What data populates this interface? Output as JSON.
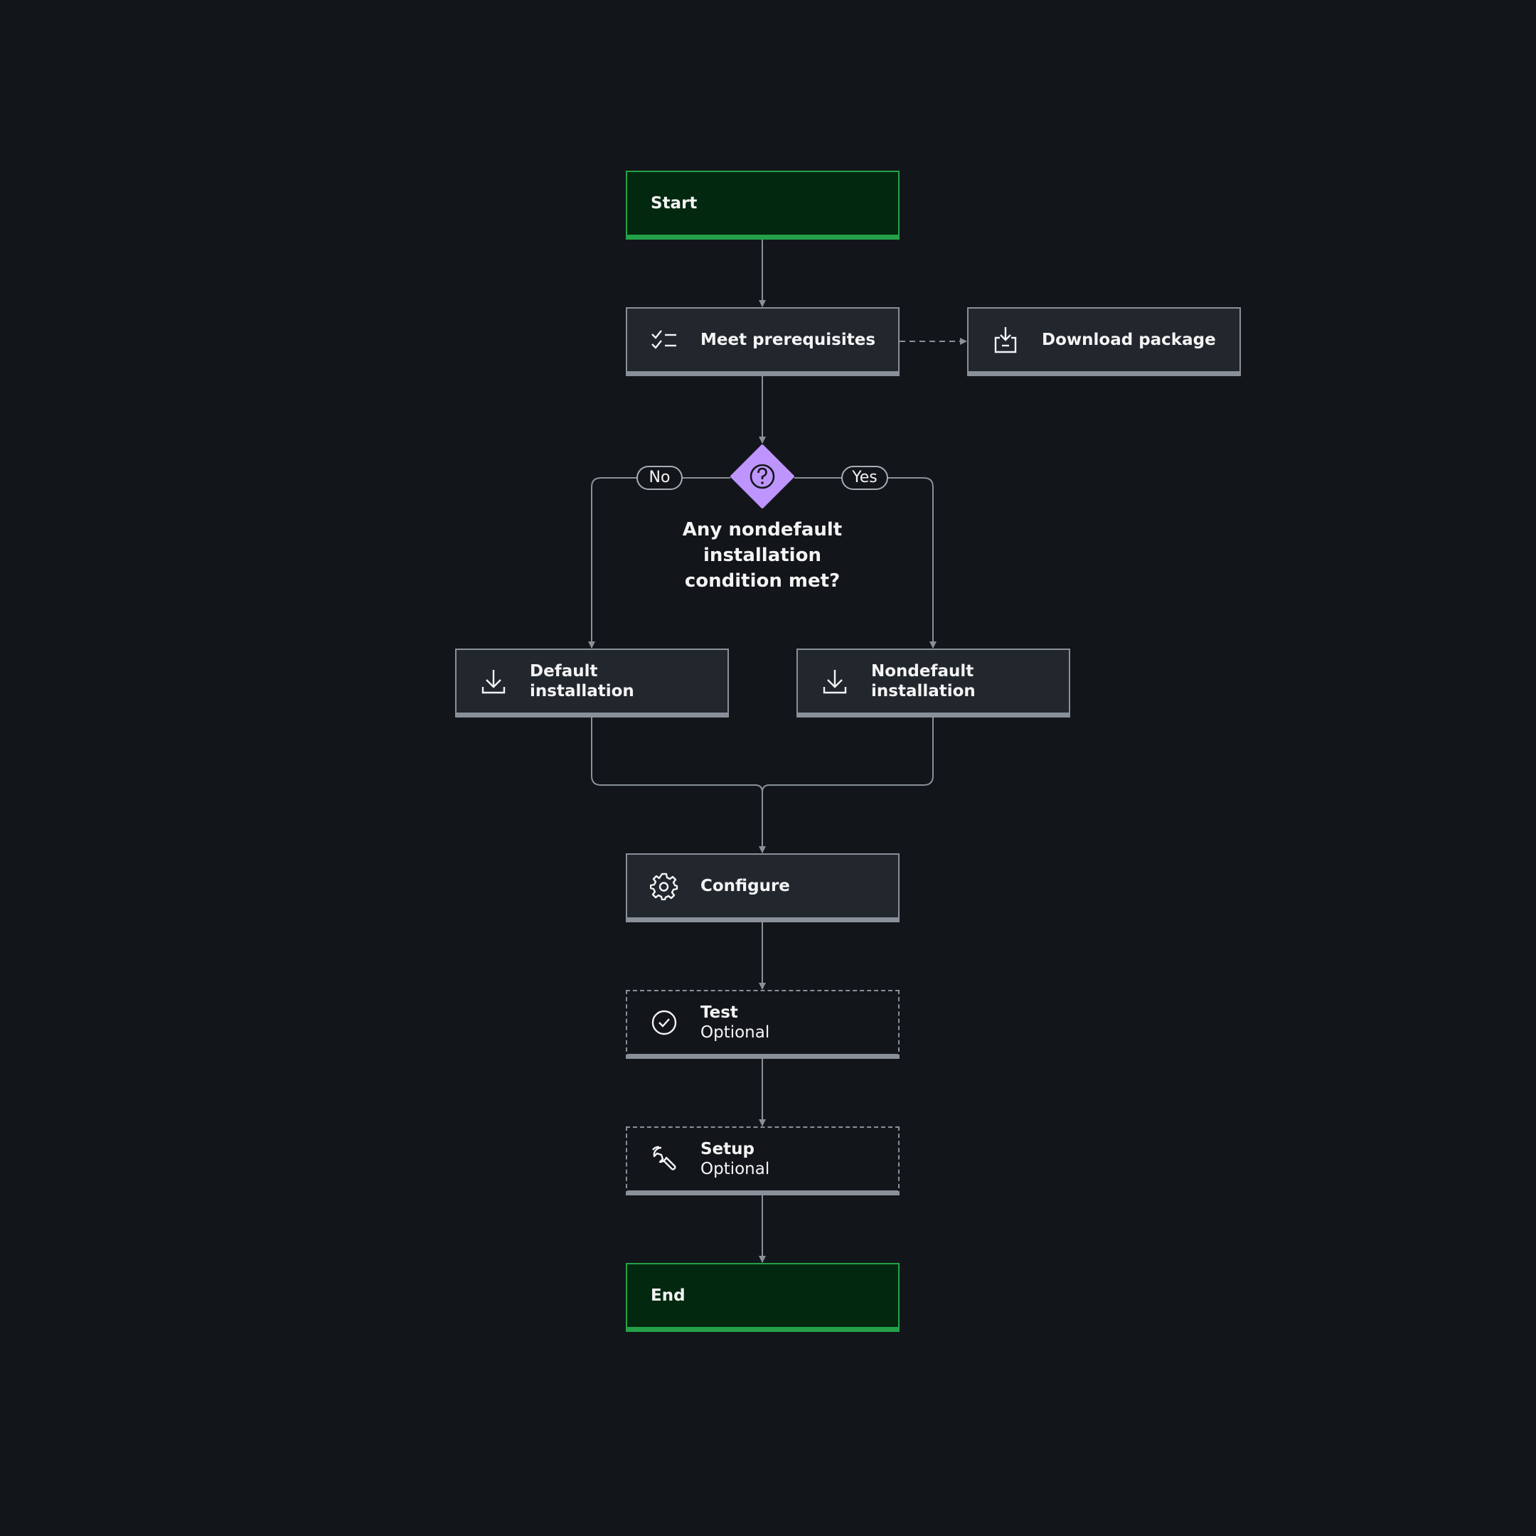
{
  "diagram": {
    "colors": {
      "background": "#12161a",
      "connector": "#8a9099",
      "terminal_fill": "#032810",
      "terminal_border": "#24a148",
      "decision_fill": "#be95ff",
      "node_fill": "#22272e",
      "text": "#f4f4f4"
    },
    "start": {
      "label": "Start"
    },
    "prereq": {
      "label": "Meet prerequisites",
      "icon": "checklist-icon"
    },
    "download": {
      "label": "Download package",
      "icon": "download-to-tray-icon"
    },
    "decision": {
      "label": "Any nondefault installation condition met?",
      "icon": "question-icon"
    },
    "no_label": "No",
    "yes_label": "Yes",
    "default_install": {
      "label": "Default installation",
      "icon": "download-icon"
    },
    "nondefault_install": {
      "label": "Nondefault installation",
      "icon": "download-icon"
    },
    "configure": {
      "label": "Configure",
      "icon": "gear-icon"
    },
    "test": {
      "label": "Test",
      "sub": "Optional",
      "icon": "checkmark-circle-icon"
    },
    "setup": {
      "label": "Setup",
      "sub": "Optional",
      "icon": "wrench-icon"
    },
    "end": {
      "label": "End"
    }
  }
}
